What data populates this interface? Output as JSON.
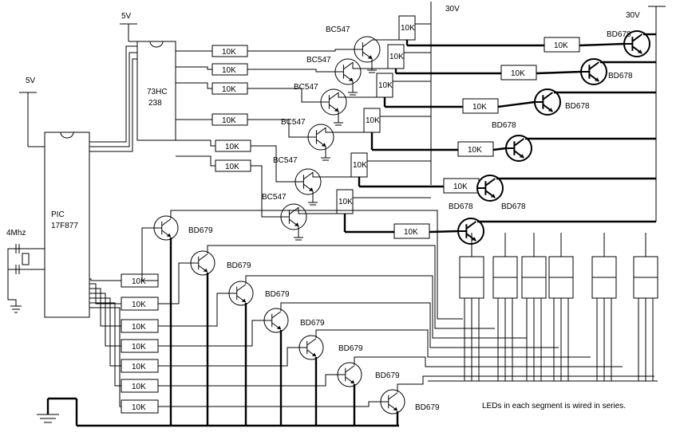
{
  "supply": {
    "v5_top": "5V",
    "v5_left": "5V",
    "v30_a": "30V",
    "v30_b": "30V"
  },
  "chips": {
    "decoder_line1": "73HC",
    "decoder_line2": "238",
    "mcu_line1": "PIC",
    "mcu_line2": "17F877"
  },
  "crystal": "4Mhz",
  "resistor": "10K",
  "transistors": {
    "bc": "BC547",
    "bd678": "BD678",
    "bd679": "BD679"
  },
  "note": "LEDs in each segment is wired in series."
}
